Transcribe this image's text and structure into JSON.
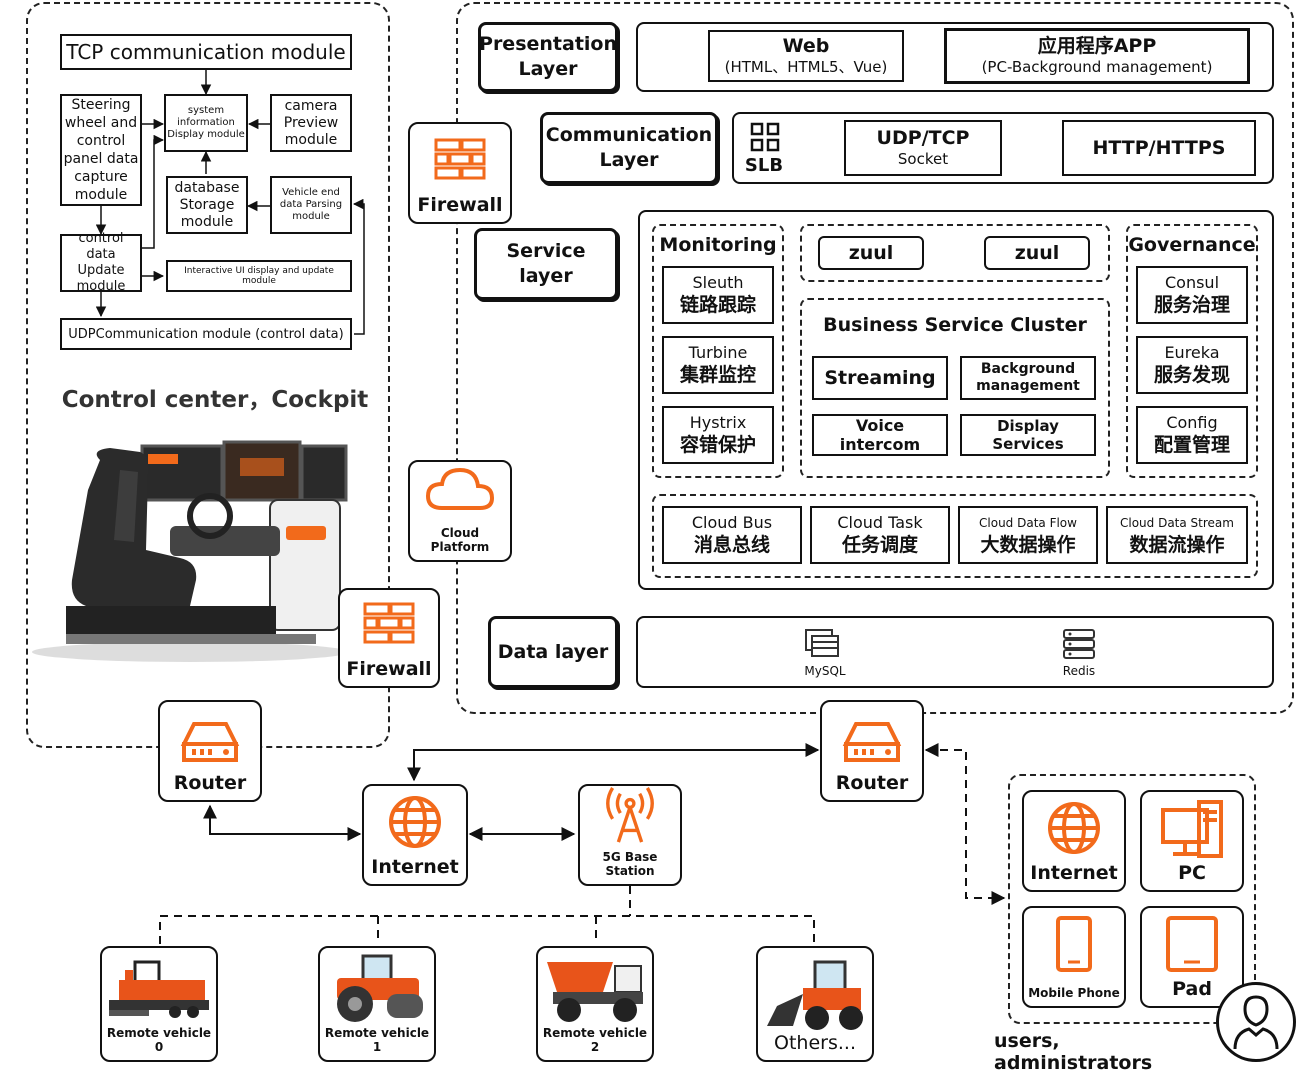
{
  "control_center": {
    "title": "Control center，Cockpit",
    "tcp_module": "TCP communication module",
    "steering_module": "Steering wheel and control panel data capture module",
    "sysinfo_module": "system information Display module",
    "camera_module": "camera Preview module",
    "database_module": "database Storage module",
    "vehicle_parsing_module": "Vehicle end data Parsing module",
    "control_update_module": "control data Update module",
    "interactive_ui_module": "Interactive UI display and update module",
    "udp_module": "UDPCommunication module (control data)",
    "firewall": "Firewall",
    "router": "Router"
  },
  "cloud": {
    "presentation_layer": "Presentation Layer",
    "web_title": "Web",
    "web_sub": "(HTML、HTML5、Vue)",
    "app_title": "应用程序APP",
    "app_sub": "(PC-Background management)",
    "communication_layer": "Communication Layer",
    "slb": "SLB",
    "udp_title": "UDP/TCP",
    "udp_sub": "Socket",
    "http": "HTTP/HTTPS",
    "service_layer": "Service layer",
    "monitoring": {
      "title": "Monitoring",
      "items": [
        {
          "en": "Sleuth",
          "zh": "链路跟踪"
        },
        {
          "en": "Turbine",
          "zh": "集群监控"
        },
        {
          "en": "Hystrix",
          "zh": "容错保护"
        }
      ]
    },
    "zuul_1": "zuul",
    "zuul_2": "zuul",
    "business": {
      "title": "Business Service Cluster",
      "streaming": "Streaming",
      "background": "Background management",
      "voice": "Voice intercom",
      "display": "Display Services"
    },
    "governance": {
      "title": "Governance",
      "items": [
        {
          "en": "Consul",
          "zh": "服务治理"
        },
        {
          "en": "Eureka",
          "zh": "服务发现"
        },
        {
          "en": "Config",
          "zh": "配置管理"
        }
      ]
    },
    "cloud_items": [
      {
        "en": "Cloud Bus",
        "zh": "消息总线"
      },
      {
        "en": "Cloud Task",
        "zh": "任务调度"
      },
      {
        "en": "Cloud Data Flow",
        "zh": "大数据操作"
      },
      {
        "en": "Cloud Data Stream",
        "zh": "数据流操作"
      }
    ],
    "data_layer": "Data layer",
    "mysql": "MySQL",
    "redis": "Redis",
    "firewall": "Firewall",
    "cloud_platform": "Cloud Platform",
    "router": "Router"
  },
  "network": {
    "internet": "Internet",
    "base_station": "5G Base Station"
  },
  "vehicles": {
    "v0": "Remote vehicle 0",
    "v1": "Remote vehicle 1",
    "v2": "Remote vehicle 2",
    "others": "Others..."
  },
  "users": {
    "internet": "Internet",
    "pc": "PC",
    "phone": "Mobile Phone",
    "pad": "Pad",
    "label": "users, administrators"
  },
  "colors": {
    "accent": "#f26a1b",
    "stroke": "#111111"
  }
}
